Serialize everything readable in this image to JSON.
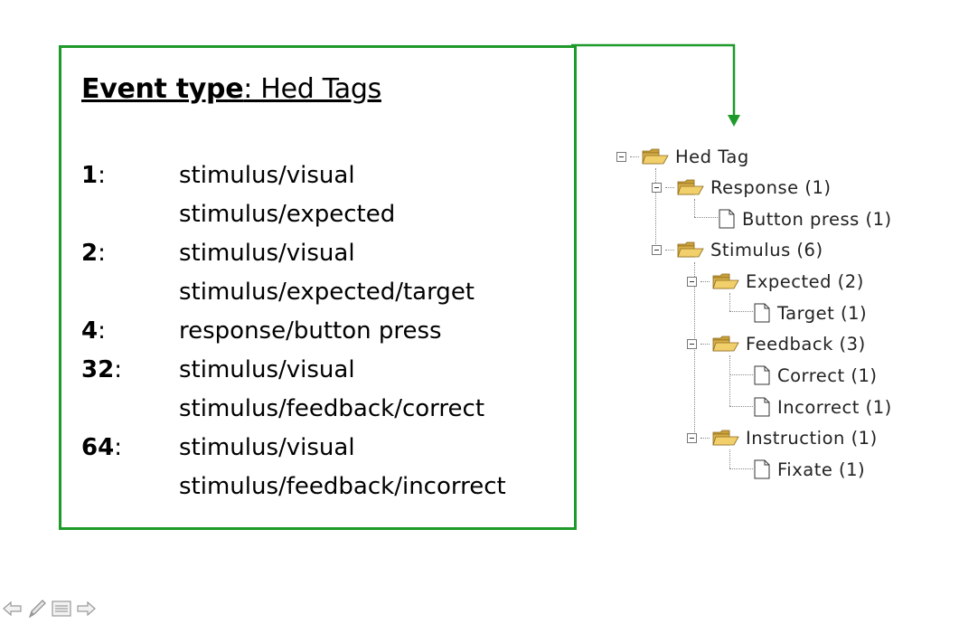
{
  "event_panel": {
    "title_bold": "Event type",
    "title_rest": ": Hed Tags",
    "border_color": "#1e9a2a",
    "events": [
      {
        "code": "1",
        "tags": [
          "stimulus/visual",
          "stimulus/expected"
        ]
      },
      {
        "code": "2",
        "tags": [
          "stimulus/visual",
          "stimulus/expected/target"
        ]
      },
      {
        "code": "4",
        "tags": [
          "response/button press"
        ]
      },
      {
        "code": "32",
        "tags": [
          "stimulus/visual",
          "stimulus/feedback/correct"
        ]
      },
      {
        "code": "64",
        "tags": [
          "stimulus/visual",
          "stimulus/feedback/incorrect"
        ]
      }
    ]
  },
  "tree": {
    "root": "Hed Tag",
    "nodes": {
      "response": "Response (1)",
      "button_press": "Button press (1)",
      "stimulus": "Stimulus (6)",
      "expected": "Expected (2)",
      "target": "Target (1)",
      "feedback": "Feedback (3)",
      "correct": "Correct (1)",
      "incorrect": "Incorrect (1)",
      "instruction": "Instruction (1)",
      "fixate": "Fixate (1)"
    },
    "folder_color": "#e8c15a"
  },
  "nav": {
    "icons": [
      "back-arrow-icon",
      "pen-icon",
      "notes-icon",
      "forward-arrow-icon"
    ]
  }
}
